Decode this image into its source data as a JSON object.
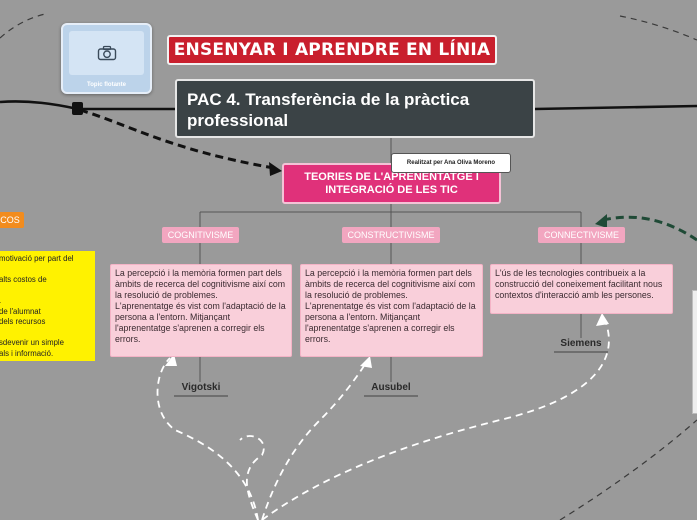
{
  "floating_topic": {
    "icon": "camera-icon",
    "label": "Topic flotante"
  },
  "main_title": "ENSENYAR I APRENDRE EN LÍNIA",
  "pac_title": "PAC 4. Transferència de la pràctica professional",
  "author_note": "Realitzat per Ana Oliva Moreno",
  "central_topic": "TEORIES DE L'APRENENTATGE I INTEGRACIÓ DE LES TIC",
  "branches": [
    {
      "label": "COGNITIVISME",
      "description": "La percepció i la memòria formen part dels àmbits de recerca del cognitivisme així com la resolució de problemes.\nL'aprenentatge és vist com l'adaptació de la persona a l'entorn. Mitjançant l'aprenentatge s'aprenen a corregir els errors.",
      "author": "Vigotski"
    },
    {
      "label": "CONSTRUCTIVISME",
      "description": "La percepció i la memòria formen part dels àmbits de recerca del cognitivisme així com la resolució de problemes.\nL'aprenentatge és vist com l'adaptació de la persona a l'entorn. Mitjançant l'aprenentatge s'aprenen a corregir els errors.",
      "author": "Ausubel"
    },
    {
      "label": "CONNECTIVISME",
      "description": "L'ús de les tecnologies contribueix a la construcció del coneixement facilitant nous contextos d'interacció amb les persones.",
      "author": "Siemens"
    }
  ],
  "left_partial": {
    "label": "COS",
    "lines": [
      "motivació per part del",
      "",
      "alts costos de",
      "",
      ".",
      "de l'alumnat",
      "dels recursos",
      "",
      "sdevenir un simple",
      "als i informació."
    ]
  },
  "colors": {
    "background": "#9a9a9a",
    "main_title": "#c91f2d",
    "pac_box": "#3b4346",
    "central_topic": "#e0317a",
    "branch_label": "#f2a6c0",
    "branch_box": "#f9cfda",
    "left_label": "#f28c1e",
    "left_box": "#fff200",
    "arrow_black": "#000000",
    "arrow_green": "#1f4a36"
  }
}
